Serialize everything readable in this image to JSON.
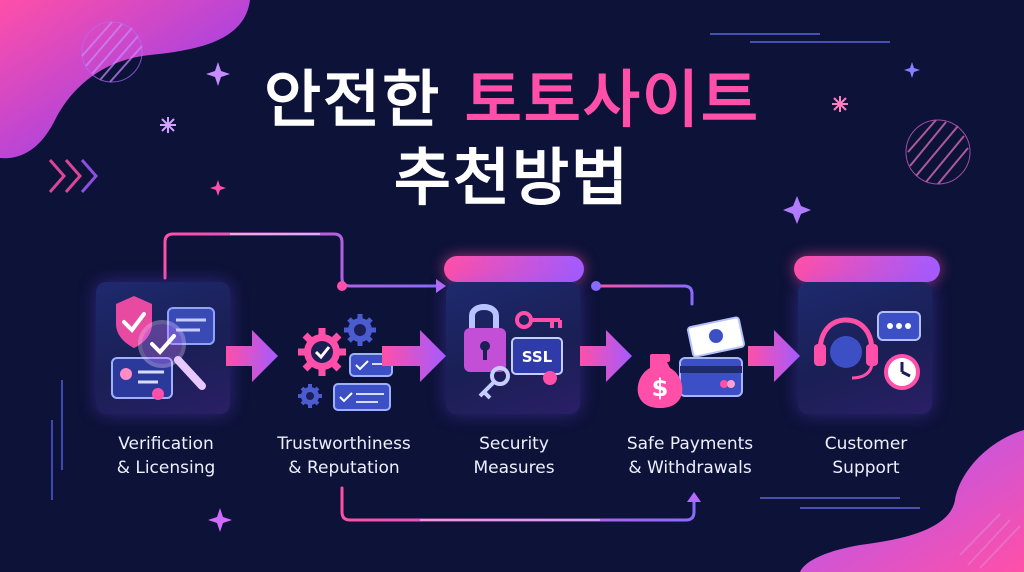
{
  "title": {
    "line1_prefix": "안전한 ",
    "line1_accent": "토토사이트",
    "line2": "추천방법"
  },
  "steps": [
    {
      "label": "Verification\n& Licensing",
      "icon": "shield-magnifier-icon"
    },
    {
      "label": "Trustworthiness\n& Reputation",
      "icon": "gears-chat-icon"
    },
    {
      "label": "Security\nMeasures",
      "icon": "padlock-ssl-icon",
      "badge": "SSL"
    },
    {
      "label": "Safe Payments\n& Withdrawals",
      "icon": "money-bag-card-icon",
      "badge": "$"
    },
    {
      "label": "Customer\nSupport",
      "icon": "headset-clock-icon"
    }
  ],
  "colors": {
    "background": "#0d1238",
    "accent_pink": "#ff4fa8",
    "accent_purple": "#a35bff",
    "card": "#1e2a6e"
  }
}
